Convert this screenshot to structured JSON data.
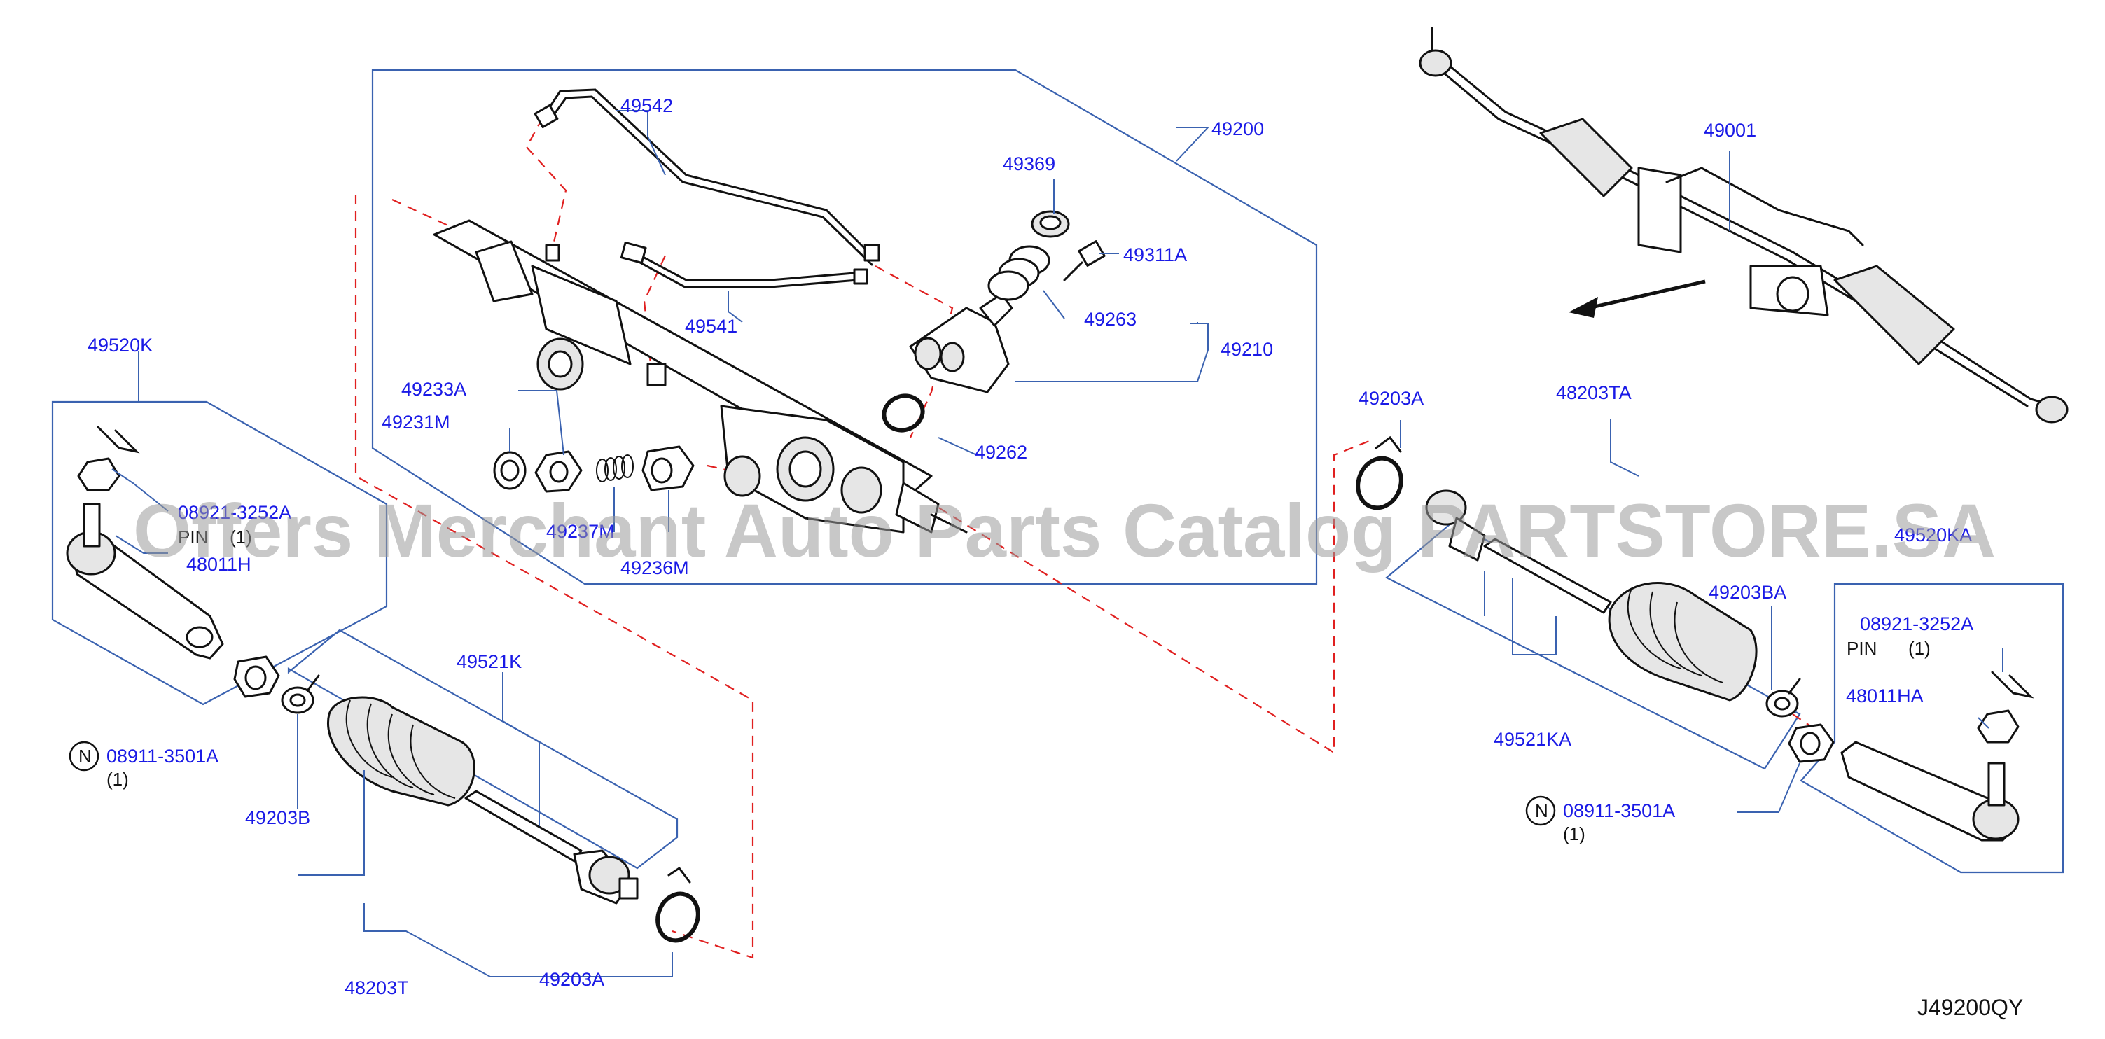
{
  "diagram": {
    "drawing_code": "J49200QY",
    "watermark": "Offers Merchant Auto Parts Catalog PARTSTORE.SA",
    "labels": {
      "l49542": "49542",
      "l49200": "49200",
      "l49369": "49369",
      "l49311A": "49311A",
      "l49541": "49541",
      "l49263": "49263",
      "l49210": "49210",
      "l49233A": "49233A",
      "l49231M": "49231M",
      "l49262": "49262",
      "l49237M": "49237M",
      "l49236M": "49236M",
      "l49520K": "49520K",
      "l08921_3252A_left": "08921-3252A",
      "l48011H": "48011H",
      "l49521K": "49521K",
      "l08911_3501A_left": "08911-3501A",
      "l49203B": "49203B",
      "l48203T": "48203T",
      "l49203A_bottom": "49203A",
      "l49001": "49001",
      "l49203A_right": "49203A",
      "l48203TA": "48203TA",
      "l49520KA": "49520KA",
      "l49203BA": "49203BA",
      "l08921_3252A_right": "08921-3252A",
      "l48011HA": "48011HA",
      "l49521KA": "49521KA",
      "l08911_3501A_right": "08911-3501A"
    },
    "notes": {
      "pin_left": "PIN",
      "qty_pin_left": "(1)",
      "qty_nut_left": "(1)",
      "pin_right": "PIN",
      "qty_pin_right": "(1)",
      "qty_nut_right": "(1)",
      "n_symbol_left": "N",
      "n_symbol_right": "N"
    },
    "icons": [
      "direction-arrow-icon",
      "n-circle-icon"
    ]
  }
}
